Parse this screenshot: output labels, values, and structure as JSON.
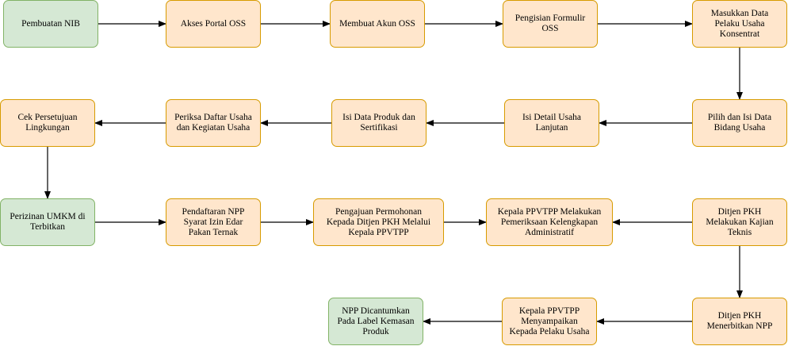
{
  "nodes": [
    {
      "id": "n1",
      "label": "Pembuatan NIB",
      "color": "green"
    },
    {
      "id": "n2",
      "label": "Akses Portal OSS",
      "color": "orange"
    },
    {
      "id": "n3",
      "label": "Membuat Akun OSS",
      "color": "orange"
    },
    {
      "id": "n4",
      "label": "Pengisian Formulir\nOSS",
      "color": "orange"
    },
    {
      "id": "n5",
      "label": "Masukkan Data\nPelaku Usaha\nKonsentrat",
      "color": "orange"
    },
    {
      "id": "n6",
      "label": "Pilih dan Isi Data\nBidang Usaha",
      "color": "orange"
    },
    {
      "id": "n7",
      "label": "Isi Detail Usaha\nLanjutan",
      "color": "orange"
    },
    {
      "id": "n8",
      "label": "Isi Data Produk dan\nSertifikasi",
      "color": "orange"
    },
    {
      "id": "n9",
      "label": "Periksa Daftar Usaha\ndan Kegiatan Usaha",
      "color": "orange"
    },
    {
      "id": "n10",
      "label": "Cek Persetujuan\nLingkungan",
      "color": "orange"
    },
    {
      "id": "n11",
      "label": "Perizinan UMKM di\nTerbitkan",
      "color": "green"
    },
    {
      "id": "n12",
      "label": "Pendaftaran NPP\nSyarat Izin Edar\nPakan Ternak",
      "color": "orange"
    },
    {
      "id": "n13",
      "label": "Pengajuan Permohonan\nKepada Ditjen PKH Melalui\nKepala PPVTPP",
      "color": "orange"
    },
    {
      "id": "n14",
      "label": "Kepala PPVTPP Melakukan\nPemeriksaan Kelengkapan\nAdministratif",
      "color": "orange"
    },
    {
      "id": "n15",
      "label": "Ditjen PKH\nMelakukan Kajian\nTeknis",
      "color": "orange"
    },
    {
      "id": "n16",
      "label": "Ditjen PKH\nMenerbitkan NPP",
      "color": "orange"
    },
    {
      "id": "n17",
      "label": "Kepala PPVTPP\nMenyampaikan\nKepada Pelaku Usaha",
      "color": "orange"
    },
    {
      "id": "n18",
      "label": "NPP Dicantumkan\nPada Label Kemasan\nProduk",
      "color": "green"
    }
  ],
  "edges": [
    {
      "from": "n1",
      "to": "n2"
    },
    {
      "from": "n2",
      "to": "n3"
    },
    {
      "from": "n3",
      "to": "n4"
    },
    {
      "from": "n4",
      "to": "n5"
    },
    {
      "from": "n5",
      "to": "n6"
    },
    {
      "from": "n6",
      "to": "n7"
    },
    {
      "from": "n7",
      "to": "n8"
    },
    {
      "from": "n8",
      "to": "n9"
    },
    {
      "from": "n9",
      "to": "n10"
    },
    {
      "from": "n10",
      "to": "n11"
    },
    {
      "from": "n11",
      "to": "n12"
    },
    {
      "from": "n12",
      "to": "n13"
    },
    {
      "from": "n13",
      "to": "n14"
    },
    {
      "from": "n15",
      "to": "n14"
    },
    {
      "from": "n15",
      "to": "n16"
    },
    {
      "from": "n16",
      "to": "n17"
    },
    {
      "from": "n17",
      "to": "n18"
    }
  ],
  "colors": {
    "orange_fill": "#ffe6cc",
    "orange_stroke": "#d79b00",
    "green_fill": "#d5e8d4",
    "green_stroke": "#82b366",
    "edge": "#000000"
  }
}
